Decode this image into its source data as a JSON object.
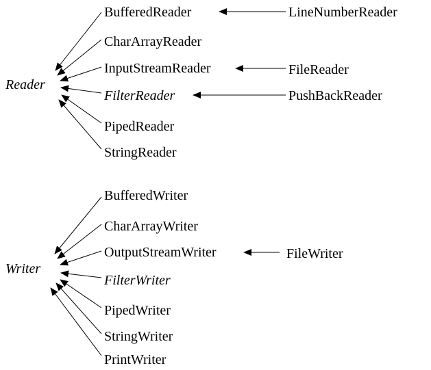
{
  "hierarchies": [
    {
      "root": {
        "label": "Reader",
        "abstract": true
      },
      "children": [
        {
          "label": "BufferedReader",
          "abstract": false,
          "subclass": "LineNumberReader"
        },
        {
          "label": "CharArrayReader",
          "abstract": false
        },
        {
          "label": "InputStreamReader",
          "abstract": false,
          "subclass": "FileReader"
        },
        {
          "label": "FilterReader",
          "abstract": true,
          "subclass": "PushBackReader"
        },
        {
          "label": "PipedReader",
          "abstract": false
        },
        {
          "label": "StringReader",
          "abstract": false
        }
      ]
    },
    {
      "root": {
        "label": "Writer",
        "abstract": true
      },
      "children": [
        {
          "label": "BufferedWriter",
          "abstract": false
        },
        {
          "label": "CharArrayWriter",
          "abstract": false
        },
        {
          "label": "OutputStreamWriter",
          "abstract": false,
          "subclass": "FileWriter"
        },
        {
          "label": "FilterWriter",
          "abstract": true
        },
        {
          "label": "PipedWriter",
          "abstract": false
        },
        {
          "label": "StringWriter",
          "abstract": false
        },
        {
          "label": "PrintWriter",
          "abstract": false
        }
      ]
    }
  ],
  "colors": {
    "text": "#000000",
    "line": "#000000",
    "background": "#ffffff"
  }
}
